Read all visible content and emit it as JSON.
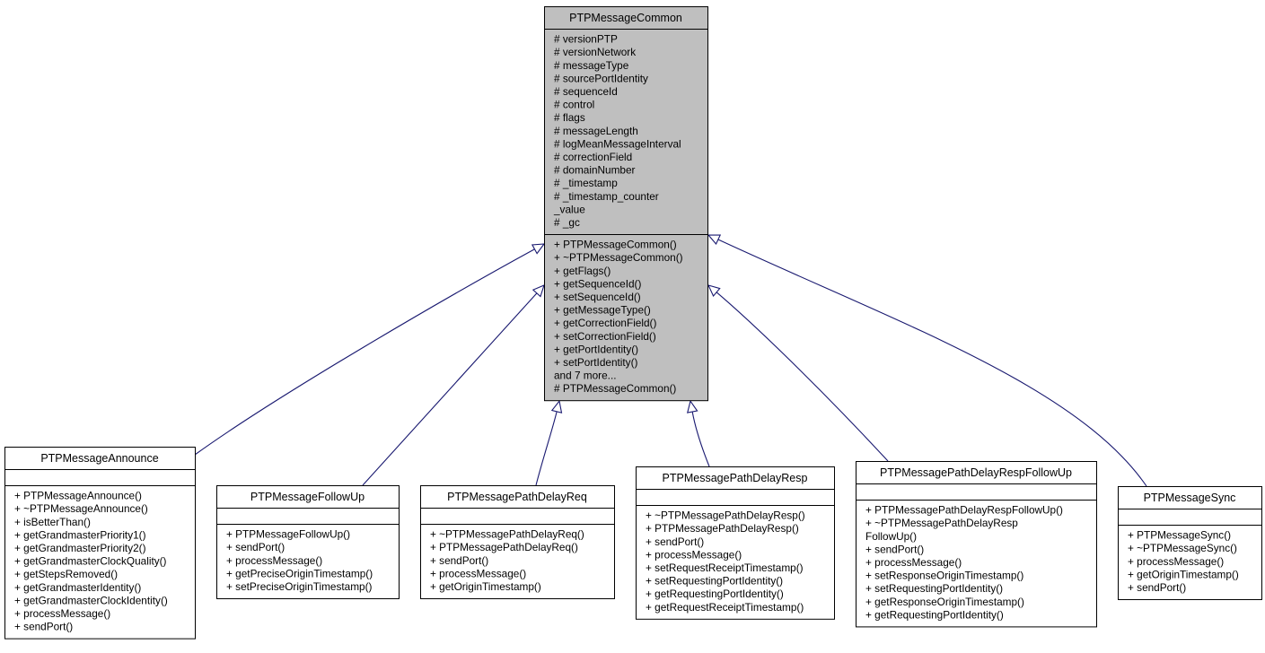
{
  "diagram": {
    "kind": "class-inheritance",
    "edge_color": "#191970",
    "base_fill": "#bfbfbf",
    "derived_fill": "#ffffff",
    "base": {
      "name": "PTPMessageCommon",
      "attributes": [
        "# versionPTP",
        "# versionNetwork",
        "# messageType",
        "# sourcePortIdentity",
        "# sequenceId",
        "# control",
        "# flags",
        "# messageLength",
        "# logMeanMessageInterval",
        "# correctionField",
        "# domainNumber",
        "# _timestamp",
        "# _timestamp_counter",
        "_value",
        "# _gc"
      ],
      "methods": [
        "+ PTPMessageCommon()",
        "+ ~PTPMessageCommon()",
        "+ getFlags()",
        "+ getSequenceId()",
        "+ setSequenceId()",
        "+ getMessageType()",
        "+ getCorrectionField()",
        "+ setCorrectionField()",
        "+ getPortIdentity()",
        "+ setPortIdentity()",
        "and 7 more...",
        "# PTPMessageCommon()"
      ]
    },
    "derived": [
      {
        "name": "PTPMessageAnnounce",
        "attributes": [],
        "methods": [
          "+ PTPMessageAnnounce()",
          "+ ~PTPMessageAnnounce()",
          "+ isBetterThan()",
          "+ getGrandmasterPriority1()",
          "+ getGrandmasterPriority2()",
          "+ getGrandmasterClockQuality()",
          "+ getStepsRemoved()",
          "+ getGrandmasterIdentity()",
          "+ getGrandmasterClockIdentity()",
          "+ processMessage()",
          "+ sendPort()"
        ]
      },
      {
        "name": "PTPMessageFollowUp",
        "attributes": [],
        "methods": [
          "+ PTPMessageFollowUp()",
          "+ sendPort()",
          "+ processMessage()",
          "+ getPreciseOriginTimestamp()",
          "+ setPreciseOriginTimestamp()"
        ]
      },
      {
        "name": "PTPMessagePathDelayReq",
        "attributes": [],
        "methods": [
          "+ ~PTPMessagePathDelayReq()",
          "+ PTPMessagePathDelayReq()",
          "+ sendPort()",
          "+ processMessage()",
          "+ getOriginTimestamp()"
        ]
      },
      {
        "name": "PTPMessagePathDelayResp",
        "attributes": [],
        "methods": [
          "+ ~PTPMessagePathDelayResp()",
          "+ PTPMessagePathDelayResp()",
          "+ sendPort()",
          "+ processMessage()",
          "+ setRequestReceiptTimestamp()",
          "+ setRequestingPortIdentity()",
          "+ getRequestingPortIdentity()",
          "+ getRequestReceiptTimestamp()"
        ]
      },
      {
        "name": "PTPMessagePathDelayRespFollowUp",
        "attributes": [],
        "methods": [
          "+ PTPMessagePathDelayRespFollowUp()",
          "+ ~PTPMessagePathDelayResp",
          "FollowUp()",
          "+ sendPort()",
          "+ processMessage()",
          "+ setResponseOriginTimestamp()",
          "+ setRequestingPortIdentity()",
          "+ getResponseOriginTimestamp()",
          "+ getRequestingPortIdentity()"
        ]
      },
      {
        "name": "PTPMessageSync",
        "attributes": [],
        "methods": [
          "+ PTPMessageSync()",
          "+ ~PTPMessageSync()",
          "+ processMessage()",
          "+ getOriginTimestamp()",
          "+ sendPort()"
        ]
      }
    ]
  }
}
